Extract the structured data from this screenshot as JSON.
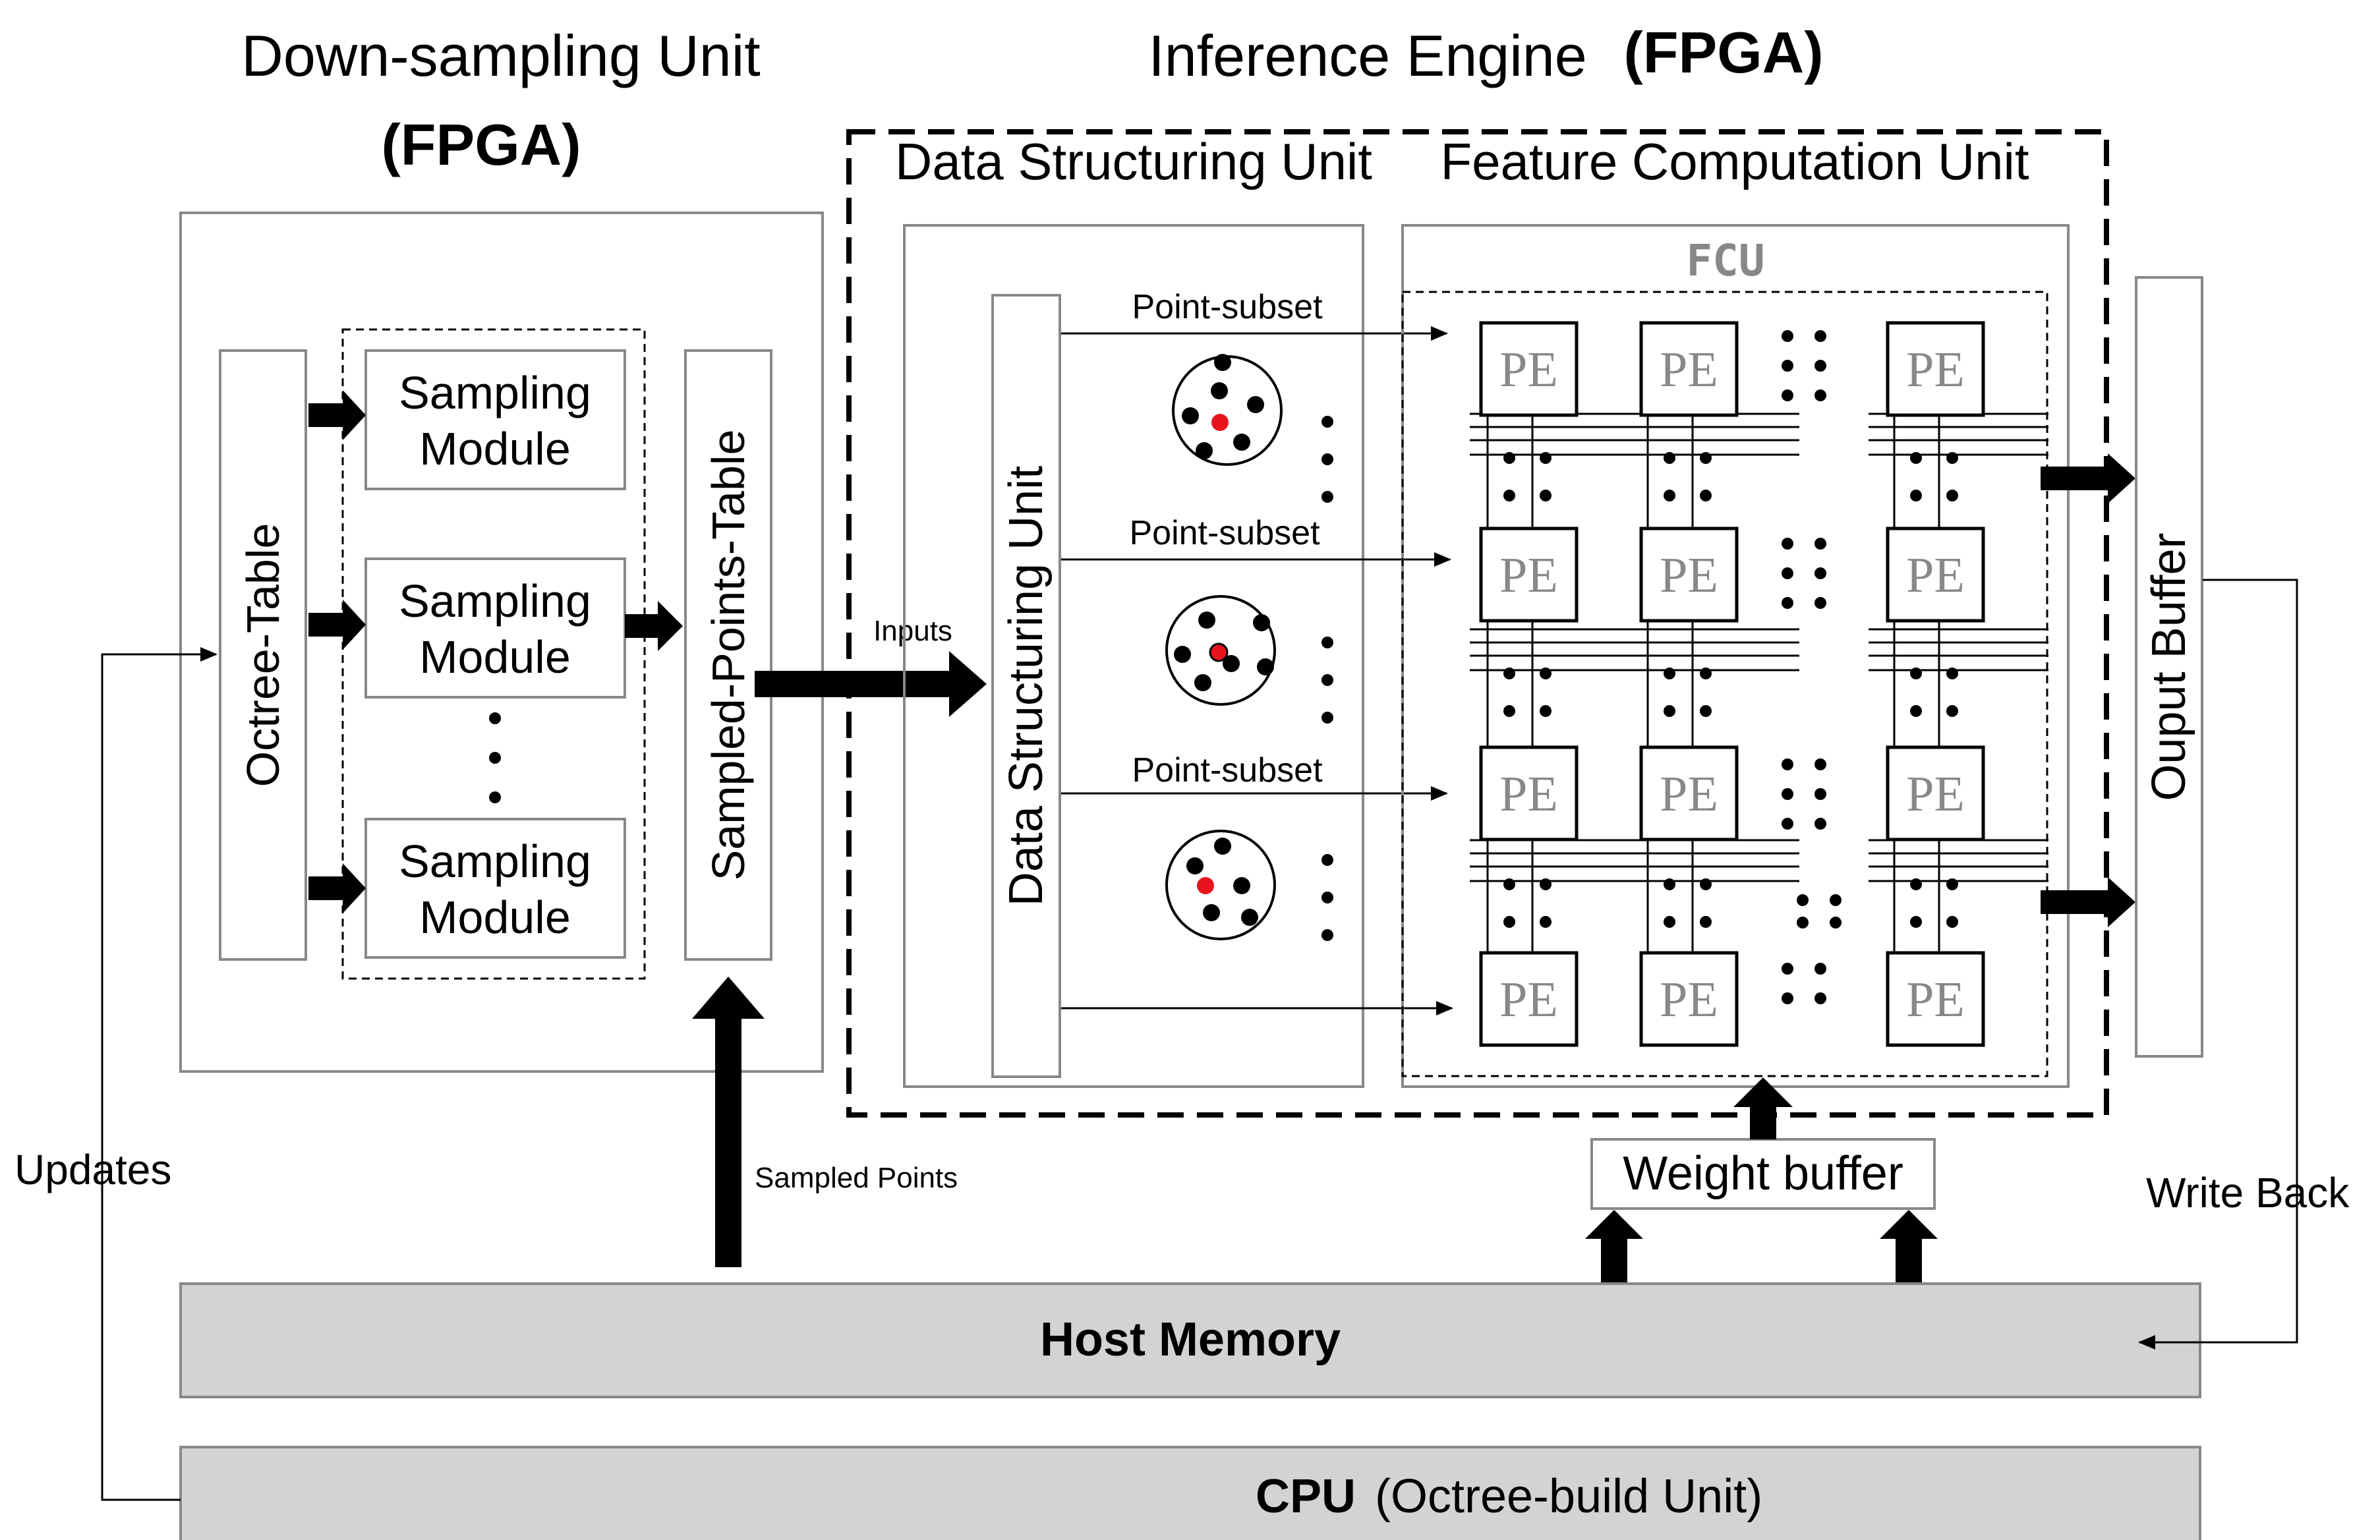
{
  "titles": {
    "downsampling": "Down-sampling Unit",
    "downsampling_fpga": "(FPGA)",
    "inference": "Inference Engine",
    "inference_fpga": "(FPGA)",
    "dsu_header": "Data Structuring Unit",
    "fcu_header": "Feature Computation Unit"
  },
  "downsampling_unit": {
    "octree_table": "Octree-Table",
    "sampling_module": "Sampling Module",
    "sampling_module_line1": "Sampling",
    "sampling_module_line2": "Module",
    "sampled_points_table": "Sampled-Points-Table"
  },
  "data_structuring": {
    "unit_label": "Data Structuring Unit",
    "inputs_label": "Inputs",
    "point_subset_labels": [
      "Point-subset",
      "Point-subset",
      "Point-subset"
    ]
  },
  "fcu": {
    "label": "FCU",
    "pe_label": "PE"
  },
  "output_buffer": "Ouput Buffer",
  "weight_buffer": "Weight buffer",
  "host_memory": "Host Memory",
  "cpu": {
    "label": "CPU",
    "detail": "(Octree-build Unit)"
  },
  "flows": {
    "sampled_points": "Sampled Points",
    "updates": "Updates",
    "write_back": "Write Back"
  },
  "colors": {
    "box_stroke": "#888888",
    "memory_fill": "#d3d3d3",
    "pe_text": "#888888",
    "center_point": "#e8141c",
    "point": "#000000"
  }
}
